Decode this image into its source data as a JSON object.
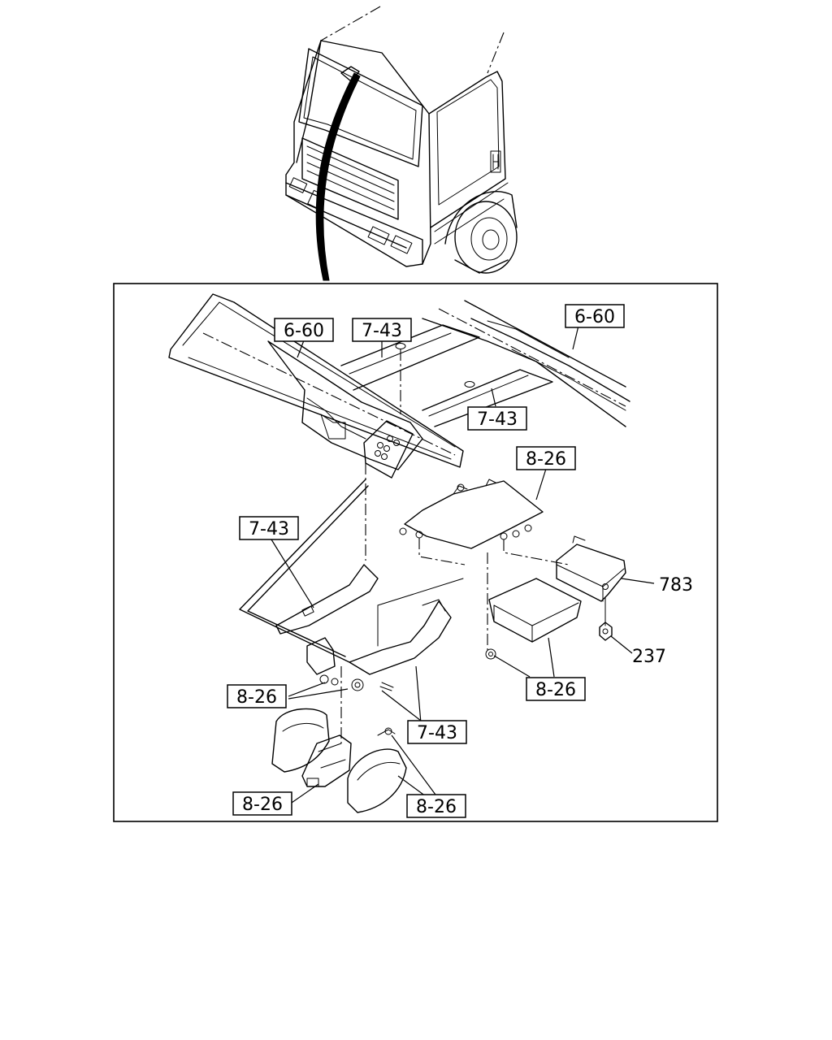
{
  "diagram": {
    "callouts": {
      "frame_left": "6-60",
      "frame_right": "6-60",
      "crossmember_top": "7-43",
      "crossmember_mid": "7-43",
      "bracket_left": "7-43",
      "bracket_bolts": "7-43",
      "ecu_bracket": "8-26",
      "bolts_left": "8-26",
      "module_bottom": "8-26",
      "cover_bottom": "8-26",
      "box_bottom": "8-26",
      "cover_right": "783",
      "nut": "237"
    }
  }
}
